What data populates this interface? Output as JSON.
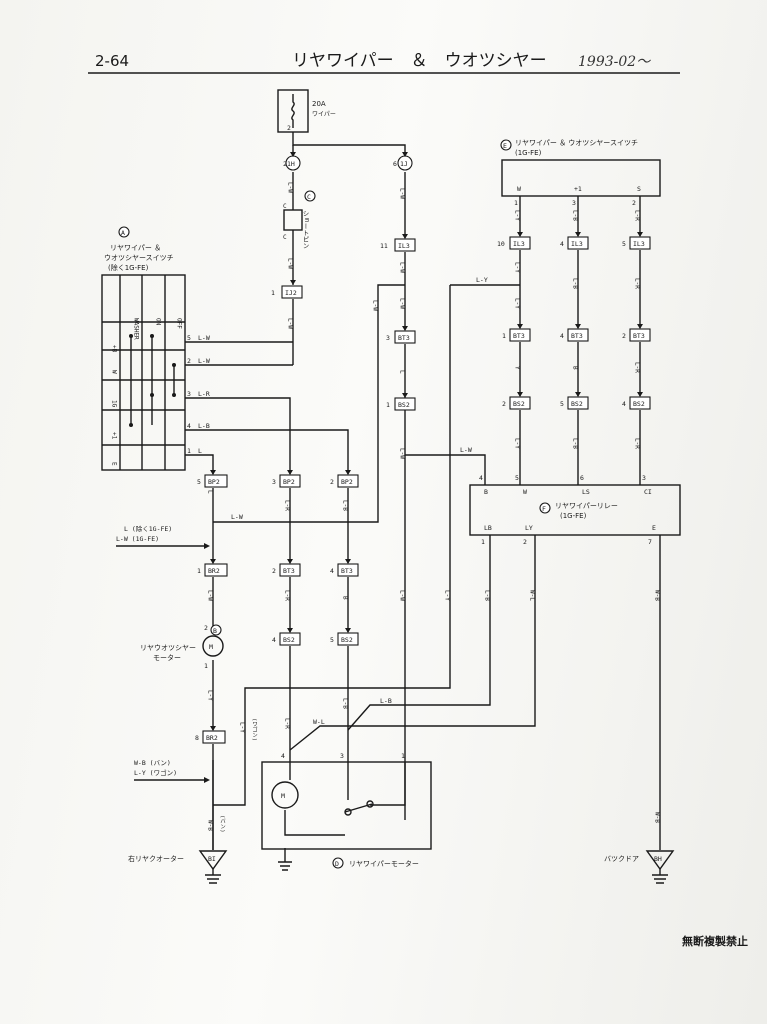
{
  "header": {
    "page_number": "2-64",
    "title": "リヤワイパー　＆　ウオツシヤー",
    "handwritten_date": "1993-02～"
  },
  "fuse": {
    "rating": "20A",
    "name": "ワイパー",
    "pin": "2"
  },
  "short_pin": {
    "marker": "C",
    "name": "ショートピン",
    "pin_top": "C",
    "pin_bottom": "C"
  },
  "switch_a": {
    "marker": "A",
    "name_line1": "リヤワイパー ＆",
    "name_line2": "ウオツシヤースイツチ",
    "name_line3": "(除く1G-FE)",
    "col_headers": [
      "WASHER",
      "ON",
      "OFF"
    ],
    "row_labels": [
      "+B",
      "W",
      "1G",
      "+1",
      "E"
    ],
    "pins": [
      {
        "pin": "5",
        "wire": "L-W"
      },
      {
        "pin": "2",
        "wire": "L-W"
      },
      {
        "pin": "3",
        "wire": "L-R"
      },
      {
        "pin": "4",
        "wire": "L-B"
      },
      {
        "pin": "1",
        "wire": "L"
      }
    ]
  },
  "switch_e": {
    "marker": "E",
    "name_line1": "リヤワイパー ＆ ウオツシヤースイツチ",
    "name_line2": "(1G-FE)",
    "terminals": [
      {
        "label": "W",
        "pin": "1"
      },
      {
        "label": "+1",
        "pin": "3"
      },
      {
        "label": "S",
        "pin": "2"
      }
    ]
  },
  "relay_f": {
    "marker": "F",
    "name_line1": "リヤワイパーリレー",
    "name_line2": "(1G-FE)",
    "top_terminals": [
      {
        "label": "B",
        "pin": "4"
      },
      {
        "label": "W",
        "pin": "5"
      },
      {
        "label": "LS",
        "pin": "6"
      },
      {
        "label": "CI",
        "pin": "3"
      }
    ],
    "bottom_terminals": [
      {
        "label": "LB",
        "pin": "1"
      },
      {
        "label": "LY",
        "pin": "2"
      },
      {
        "label": "E",
        "pin": "7"
      }
    ]
  },
  "washer_motor": {
    "marker": "B",
    "name_line1": "リヤウオツシヤー",
    "name_line2": "モーター",
    "pin_top": "2",
    "pin_bottom": "1",
    "symbol": "M"
  },
  "wiper_motor": {
    "marker": "D",
    "name": "リヤワイパーモーター",
    "pins": [
      "4",
      "3",
      "1"
    ],
    "symbol": "M"
  },
  "connectors": {
    "1h": {
      "pin": "2",
      "code": "1H"
    },
    "1j_top": {
      "pin": "6",
      "code": "1J"
    },
    "ij2": {
      "pin": "1",
      "code": "IJ2"
    },
    "il3_a": {
      "pin": "11",
      "code": "IL3"
    },
    "bt3_a": {
      "pin": "3",
      "code": "BT3"
    },
    "bs2_a": {
      "pin": "1",
      "code": "BS2"
    },
    "il3_w": {
      "pin": "10",
      "code": "IL3"
    },
    "il3_b": {
      "pin": "4",
      "code": "IL3"
    },
    "il3_s": {
      "pin": "5",
      "code": "IL3"
    },
    "bt3_w": {
      "pin": "1",
      "code": "BT3"
    },
    "bt3_b": {
      "pin": "4",
      "code": "BT3"
    },
    "bt3_s": {
      "pin": "2",
      "code": "BT3"
    },
    "bs2_w": {
      "pin": "2",
      "code": "BS2"
    },
    "bs2_b": {
      "pin": "5",
      "code": "BS2"
    },
    "bs2_s": {
      "pin": "4",
      "code": "BS2"
    },
    "bp2_l": {
      "pin": "5",
      "code": "BP2"
    },
    "bp2_lr": {
      "pin": "3",
      "code": "BP2"
    },
    "bp2_lb": {
      "pin": "2",
      "code": "BP2"
    },
    "br2_top": {
      "pin": "1",
      "code": "BR2"
    },
    "bt3_lr": {
      "pin": "2",
      "code": "BT3"
    },
    "bt3_lb": {
      "pin": "4",
      "code": "BT3"
    },
    "bs2_lr": {
      "pin": "4",
      "code": "BS2"
    },
    "bs2_lb": {
      "pin": "5",
      "code": "BS2"
    },
    "br2_bot": {
      "pin": "8",
      "code": "BR2"
    }
  },
  "wires": {
    "lw": "L-W",
    "lr": "L-R",
    "lb": "L-B",
    "ly": "L-Y",
    "l": "L",
    "y": "Y",
    "b": "B",
    "wb": "W-B",
    "wl": "W-L"
  },
  "notes": {
    "input_l": "L (除く1G-FE)",
    "input_lw": "L-W (1G-FE)",
    "wb_van": "W-B (バン)",
    "ly_wagon": "L-Y (ワゴン)",
    "wagon": "(ワゴン)",
    "van": "(バン)"
  },
  "grounds": {
    "bi": {
      "code": "BI",
      "name": "右リヤクオーター"
    },
    "bh": {
      "code": "BH",
      "name": "バツクドア"
    }
  },
  "footer": {
    "notice": "無断複製禁止"
  }
}
